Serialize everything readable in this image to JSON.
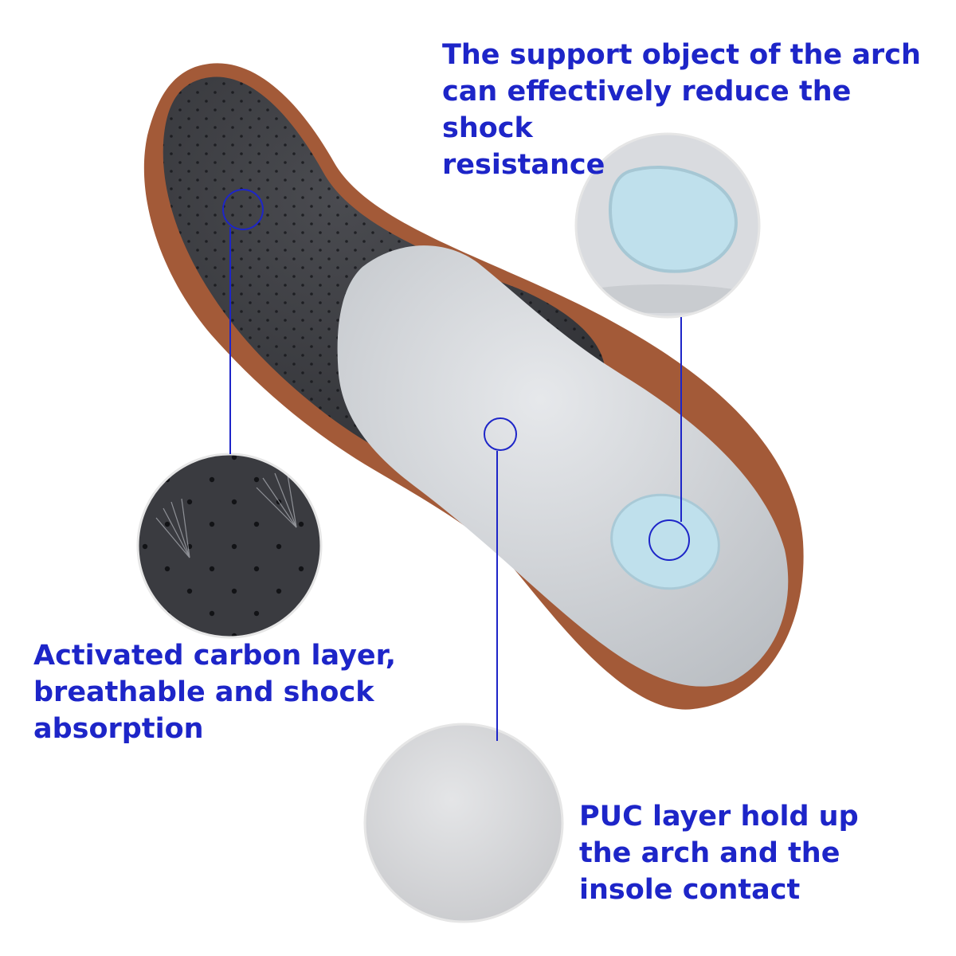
{
  "colors": {
    "accent": "#1d25c8",
    "suede": "#a35a38",
    "carbon": "#3a3b3f",
    "gel": "#d3d6da",
    "pad": "#bfe0ec"
  },
  "captions": {
    "arch_support": "The support object of the arch\ncan effectively reduce the shock\nresistance",
    "carbon_layer": "Activated carbon layer,\nbreathable and shock\nabsorption",
    "puc_layer": "PUC layer hold up\nthe arch and the\ninsole contact"
  }
}
